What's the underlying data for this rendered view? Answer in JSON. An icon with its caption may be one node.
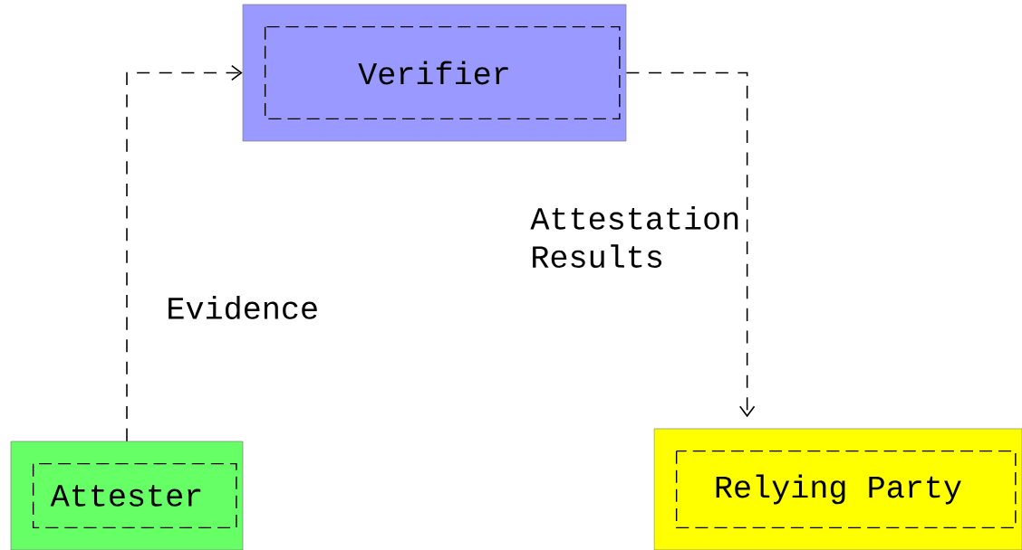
{
  "diagram": {
    "nodes": [
      {
        "text": [
          "Verifier"
        ]
      },
      {
        "text": [
          "Attester"
        ]
      },
      {
        "text": [
          "Relying Party"
        ]
      }
    ],
    "edges": [
      {
        "from": 1,
        "to": 0,
        "arrow": "to",
        "label": "Evidence"
      },
      {
        "from": 0,
        "to": 2,
        "arrow": "to",
        "label": "Attestation Results"
      }
    ]
  }
}
